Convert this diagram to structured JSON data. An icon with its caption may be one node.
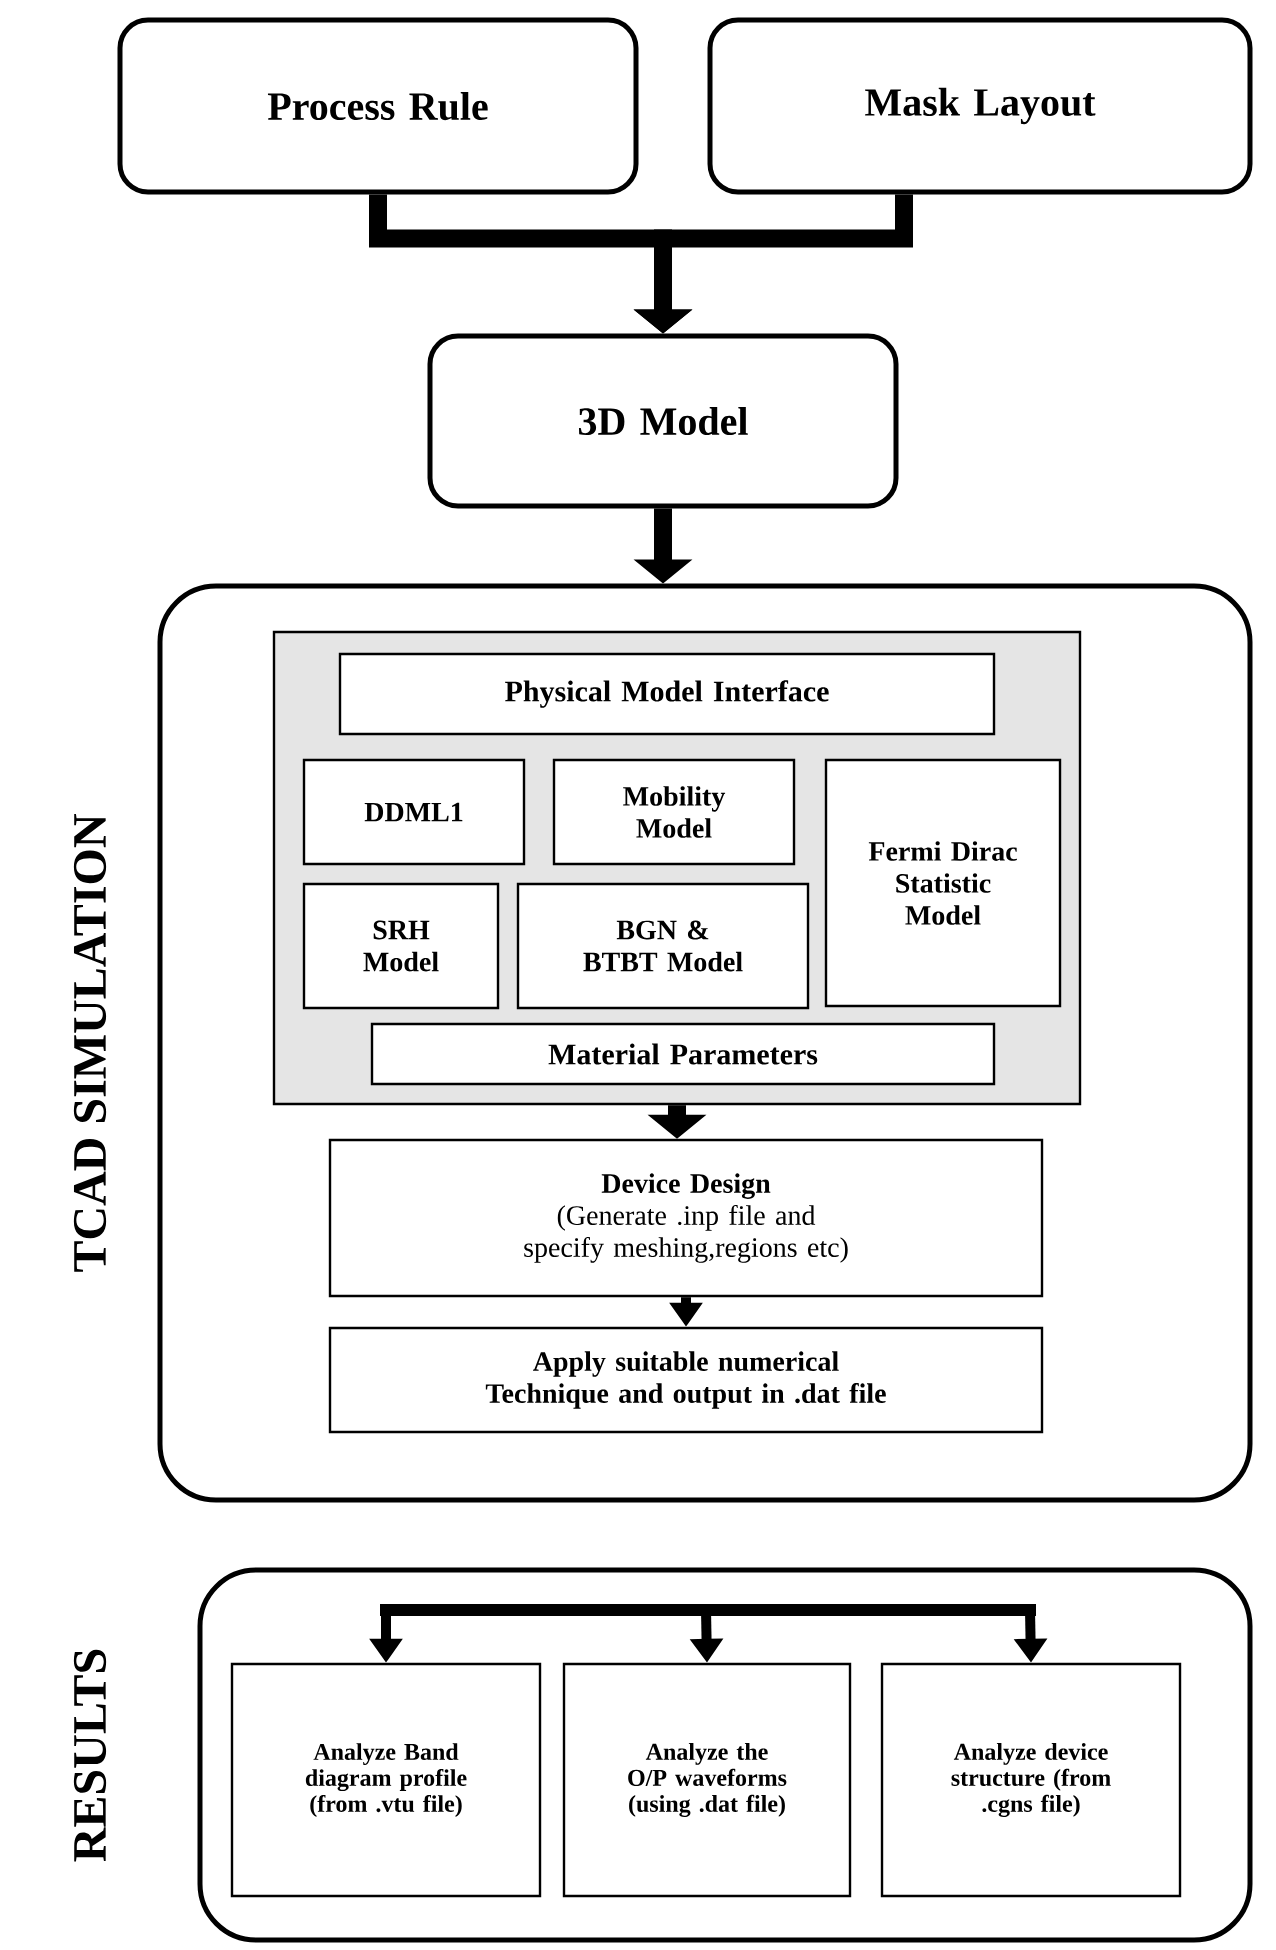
{
  "diagram": {
    "nodes": [
      {
        "text": [
          "Process Rule"
        ]
      },
      {
        "text": [
          "Mask Layout"
        ]
      },
      {
        "text": [
          "3D Model"
        ]
      },
      {
        "text": [
          "TCAD SIMULATION"
        ]
      },
      {
        "text": [],
        "shape": "box",
        "in": 3
      },
      {
        "text": [
          "Physical Model Interface"
        ],
        "in": 4
      },
      {
        "text": [
          "DDML1"
        ],
        "in": 4
      },
      {
        "text": [
          "Mobility Model"
        ],
        "in": 4
      },
      {
        "text": [
          "Fermi Dirac Statistic Model"
        ],
        "in": 4
      },
      {
        "text": [
          "SRH Model"
        ],
        "in": 4
      },
      {
        "text": [
          "BGN & BTBT Model"
        ],
        "in": 4
      },
      {
        "text": [
          "Material Parameters"
        ],
        "in": 4
      },
      {
        "text": [
          "Device Design",
          "(Generate .inp file and specify meshing,regions etc)"
        ],
        "in": 3
      },
      {
        "text": [
          "Apply suitable numerical Technique and output in .dat file"
        ],
        "in": 3
      },
      {
        "text": [
          "RESULTS"
        ]
      },
      {
        "text": [
          "Analyze Band diagram profile (from .vtu file)"
        ],
        "in": 14
      },
      {
        "text": [
          "Analyze the O/P waveforms (using .dat file)"
        ],
        "in": 14
      },
      {
        "text": [
          "Analyze device structure (from .cgns file)"
        ],
        "in": 14
      }
    ],
    "edges": [
      {
        "from": 0,
        "to": 2,
        "arrow": "to"
      },
      {
        "from": 1,
        "to": 2,
        "arrow": "to"
      },
      {
        "from": 2,
        "to": 3,
        "arrow": "to"
      },
      {
        "from": 4,
        "to": 12,
        "arrow": "to"
      },
      {
        "from": 12,
        "to": 13,
        "arrow": "to"
      },
      {
        "from": null,
        "to": 15,
        "arrow": "to"
      },
      {
        "from": null,
        "to": 16,
        "arrow": "to"
      },
      {
        "from": null,
        "to": 17,
        "arrow": "to"
      }
    ]
  }
}
